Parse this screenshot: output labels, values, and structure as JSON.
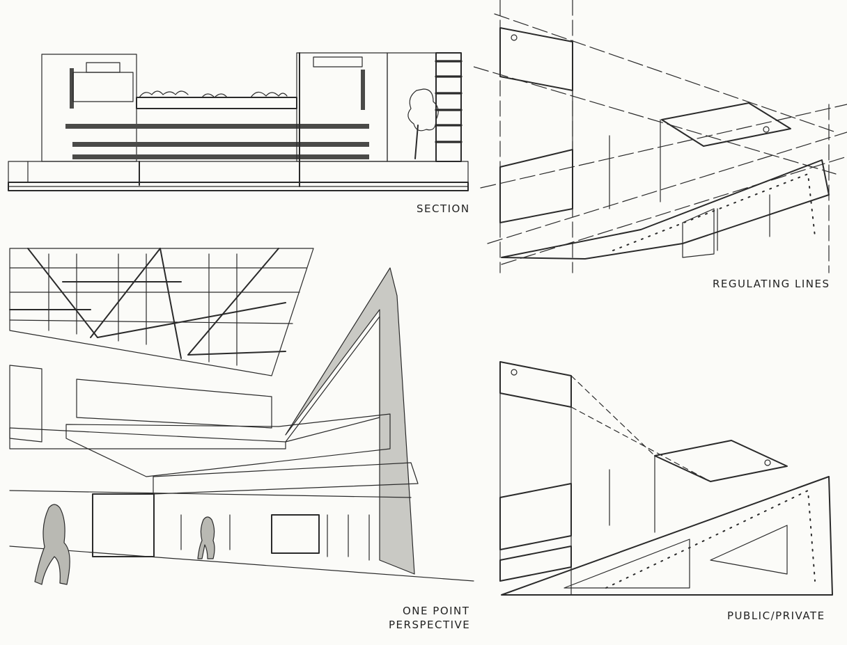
{
  "labels": {
    "section": "SECTION",
    "regulating_lines": "REGULATING LINES",
    "perspective_line1": "ONE POINT",
    "perspective_line2": "PERSPECTIVE",
    "public_private": "PUBLIC/PRIVATE"
  }
}
